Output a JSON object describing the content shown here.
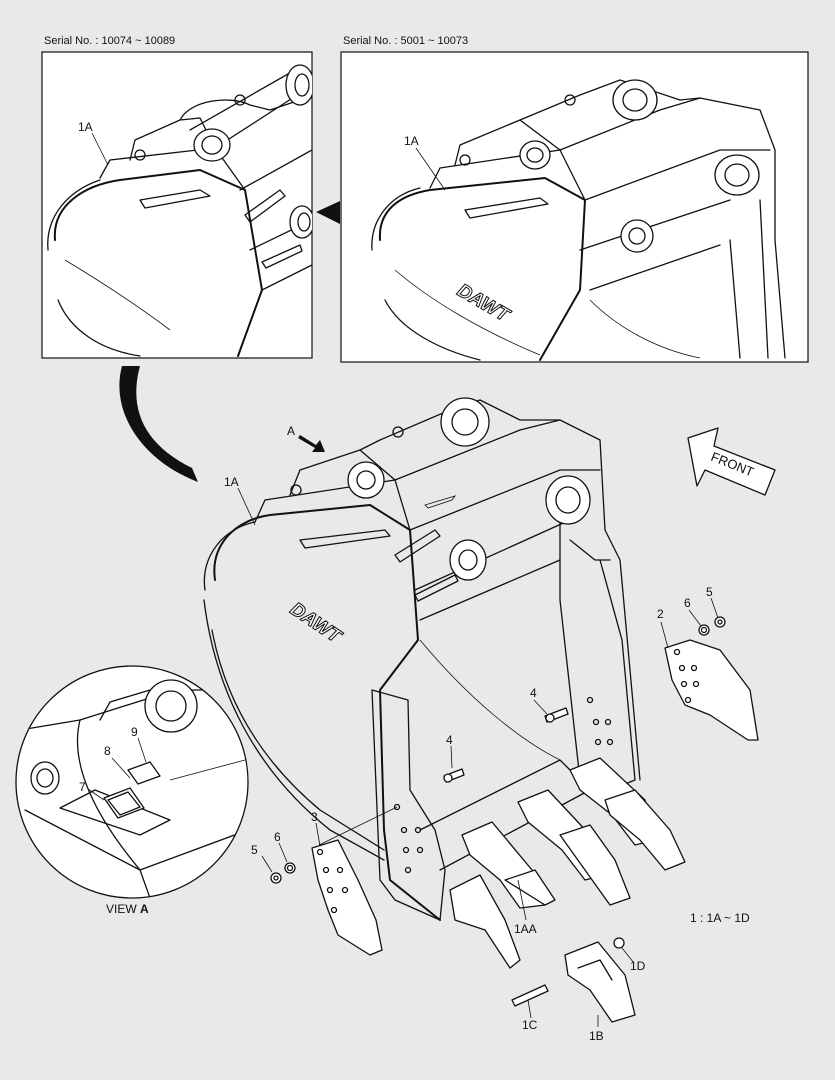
{
  "serials": {
    "left": "Serial No. : 10074 ~ 10089",
    "right": "Serial No. : 5001 ~ 10073"
  },
  "view": {
    "prefix": "VIEW ",
    "letter": "A"
  },
  "arrow_a": "A",
  "front": "FRONT",
  "brand": "DAWT",
  "note": "1 : 1A ~ 1D",
  "callouts": {
    "c1a_left": "1A",
    "c1a_right": "1A",
    "c1a_main": "1A",
    "c2": "2",
    "c3": "3",
    "c4_upper": "4",
    "c4_lower": "4",
    "c5_right": "5",
    "c5_left": "5",
    "c6_right": "6",
    "c6_left": "6",
    "c7": "7",
    "c8": "8",
    "c9": "9",
    "c1aa": "1AA",
    "c1b": "1B",
    "c1c": "1C",
    "c1d": "1D"
  }
}
